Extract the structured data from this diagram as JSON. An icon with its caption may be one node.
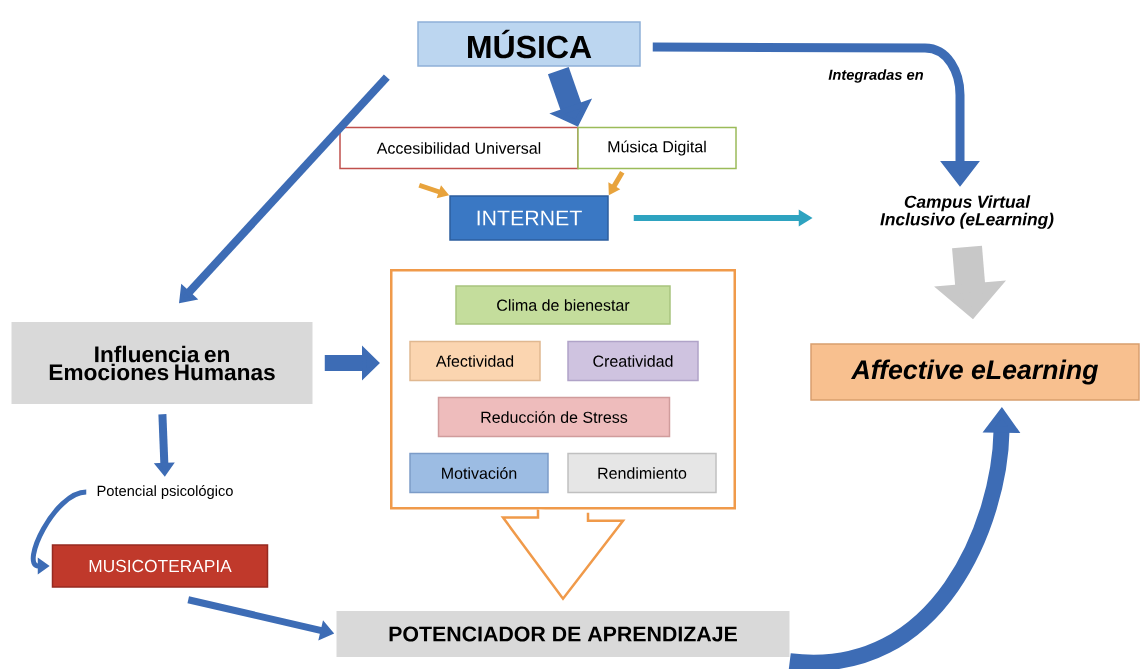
{
  "diagram": {
    "nodes": [
      {
        "text": [
          "MÚSICA"
        ]
      },
      {
        "text": [
          "Accesibilidad Universal"
        ]
      },
      {
        "text": [
          "Música Digital"
        ]
      },
      {
        "text": [
          "INTERNET"
        ]
      },
      {
        "text": [
          "Campus Virtual Inclusivo (eLearning)"
        ]
      },
      {
        "text": [
          "Influencia en Emociones Humanas"
        ]
      },
      {
        "text": [],
        "shape": "box"
      },
      {
        "text": [
          "Clima de bienestar"
        ],
        "in": 6
      },
      {
        "text": [
          "Afectividad"
        ],
        "in": 6
      },
      {
        "text": [
          "Creatividad"
        ],
        "in": 6
      },
      {
        "text": [
          "Reducción de Stress"
        ],
        "in": 6
      },
      {
        "text": [
          "Motivación"
        ],
        "in": 6
      },
      {
        "text": [
          "Rendimiento"
        ],
        "in": 6
      },
      {
        "text": [
          "Affective eLearning"
        ]
      },
      {
        "text": [
          "Potencial psicológico"
        ]
      },
      {
        "text": [
          "MUSICOTERAPIA"
        ]
      },
      {
        "text": [
          "POTENCIADOR DE APRENDIZAJE"
        ]
      }
    ],
    "edges": [
      {
        "from": 0,
        "to": 1,
        "arrow": "to",
        "style": "thick"
      },
      {
        "from": 0,
        "to": 2,
        "arrow": "to",
        "style": "thick"
      },
      {
        "from": 1,
        "to": 3,
        "arrow": "to",
        "color": "#e8a33c"
      },
      {
        "from": 2,
        "to": 3,
        "arrow": "to",
        "color": "#e8a33c"
      },
      {
        "from": 0,
        "to": 4,
        "arrow": "to",
        "label": "Integradas en"
      },
      {
        "from": 3,
        "to": 4,
        "arrow": "to",
        "color": "#2ea3c0"
      },
      {
        "from": 4,
        "to": 13,
        "arrow": "to",
        "color": "#c8c8c8",
        "style": "thick"
      },
      {
        "from": 0,
        "to": 5,
        "arrow": "to"
      },
      {
        "from": 5,
        "to": 6,
        "arrow": "to",
        "style": "thick"
      },
      {
        "from": 5,
        "to": 14,
        "arrow": "to"
      },
      {
        "from": 14,
        "to": 15,
        "arrow": "to"
      },
      {
        "from": 15,
        "to": 16,
        "arrow": "to"
      },
      {
        "from": 6,
        "to": 16,
        "arrow": "to",
        "color": "#f09a4a"
      },
      {
        "from": 16,
        "to": 13,
        "arrow": "to",
        "style": "thick"
      }
    ]
  }
}
